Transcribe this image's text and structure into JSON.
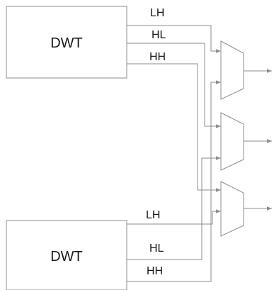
{
  "blocks": {
    "top": {
      "label": "DWT"
    },
    "bottom": {
      "label": "DWT"
    }
  },
  "signals": {
    "top": [
      "LH",
      "HL",
      "HH"
    ],
    "bottom": [
      "LH",
      "HL",
      "HH"
    ]
  },
  "colors": {
    "line": "#8c8c8c",
    "text": "#1a1a1a",
    "background": "#ffffff"
  }
}
